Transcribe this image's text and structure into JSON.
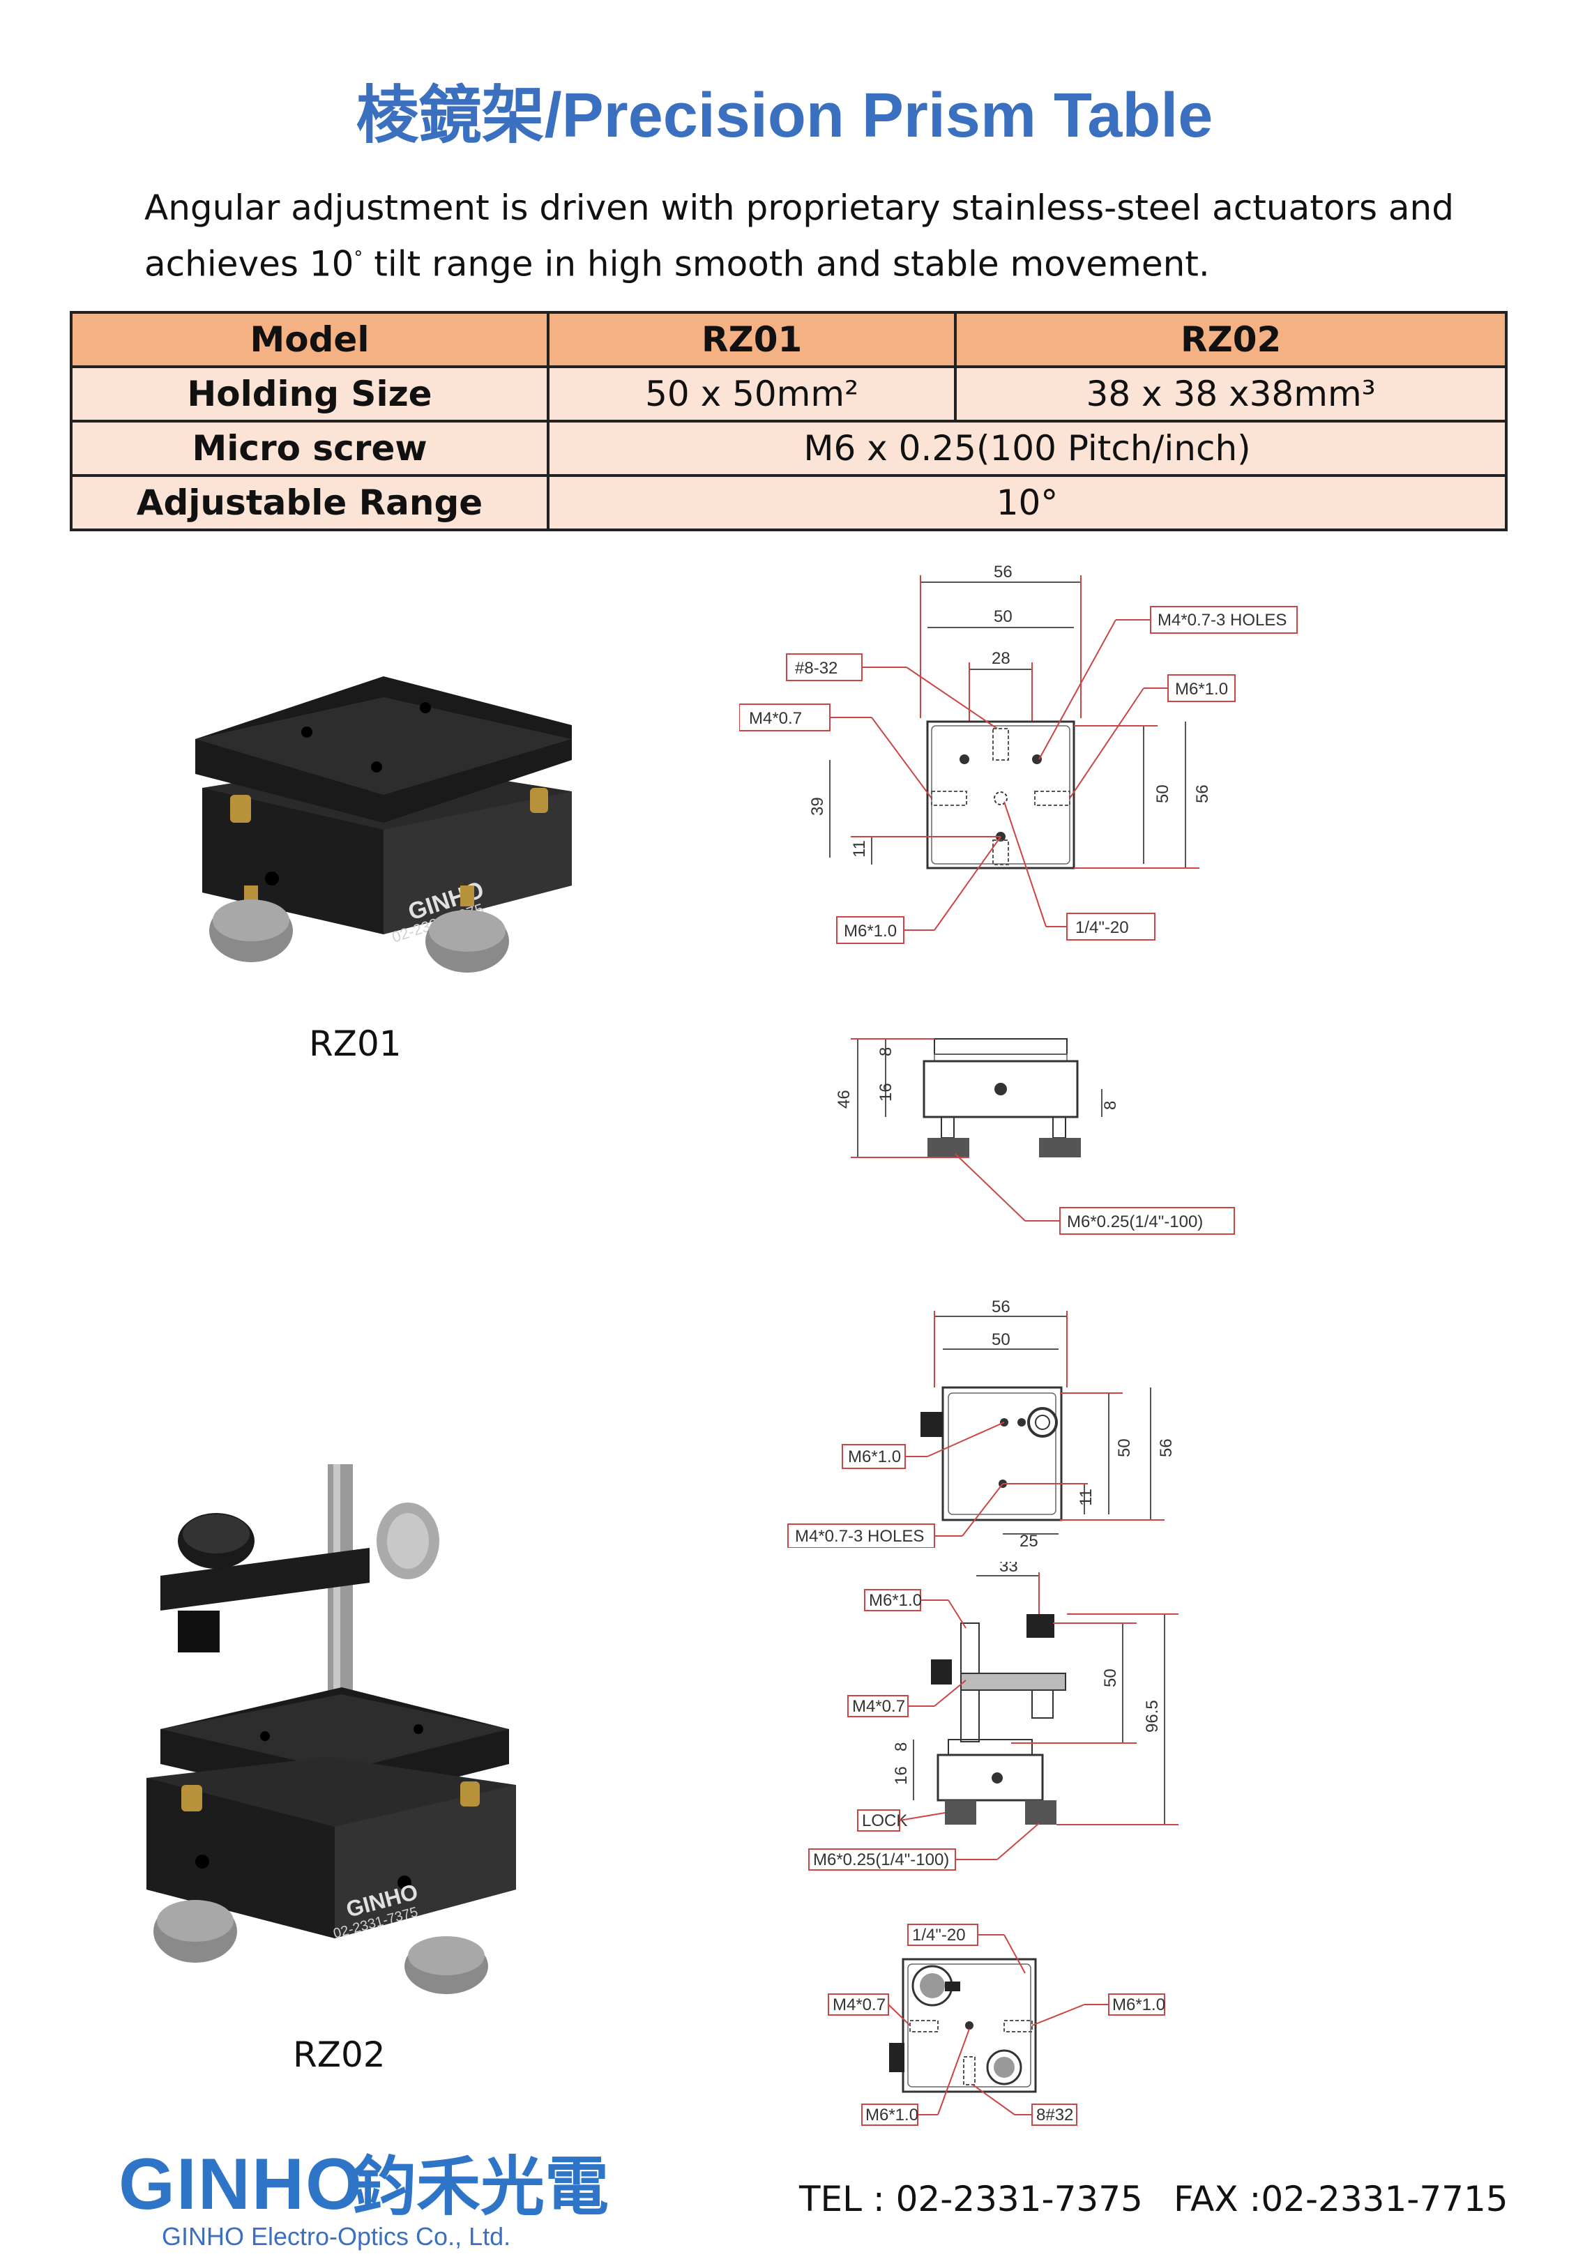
{
  "header": {
    "title": "棱鏡架/Precision Prism Table"
  },
  "intro": {
    "line1": "Angular adjustment is driven with proprietary stainless-steel actuators and",
    "line2_before": "achieves 10",
    "line2_sup": "°",
    "line2_after": " tilt range in high smooth and stable movement."
  },
  "spec_table": {
    "header": [
      "Model",
      "RZ01",
      "RZ02"
    ],
    "rows": [
      {
        "label": "Holding Size",
        "rz01": "50 x 50mm²",
        "rz02": "38 x 38 x38mm³"
      },
      {
        "label": "Micro screw",
        "shared": "M6 x 0.25(100 Pitch/inch)"
      },
      {
        "label": "Adjustable Range",
        "shared": "10°"
      }
    ]
  },
  "products": [
    {
      "caption": "RZ01",
      "engraving": [
        "GINHO",
        "02-2331-7375"
      ]
    },
    {
      "caption": "RZ02",
      "engraving": [
        "GINHO",
        "02-2331-7375"
      ]
    }
  ],
  "drawing_rz01_top": {
    "dims": [
      "56",
      "50",
      "28",
      "39",
      "11",
      "50",
      "56"
    ],
    "callouts": [
      "M4*0.7-3 HOLES",
      "#8-32",
      "M6*1.0",
      "M4*0.7",
      "M6*1.0",
      "1/4\"-20"
    ]
  },
  "drawing_rz01_side": {
    "dims": [
      "8",
      "46",
      "16",
      "8"
    ],
    "callouts": [
      "M6*0.25(1/4\"-100)"
    ]
  },
  "drawing_rz02_top": {
    "dims": [
      "56",
      "50",
      "50",
      "56",
      "11",
      "25"
    ],
    "callouts": [
      "M6*1.0",
      "M4*0.7-3 HOLES"
    ]
  },
  "drawing_rz02_side": {
    "dims": [
      "33",
      "50",
      "8",
      "16",
      "96.5"
    ],
    "callouts": [
      "M6*1.0",
      "M4*0.7",
      "LOCK",
      "M6*0.25(1/4\"-100)"
    ]
  },
  "drawing_rz02_bottom": {
    "callouts": [
      "1/4\"-20",
      "M4*0.7",
      "M6*1.0",
      "M6*1.0",
      "8#32"
    ]
  },
  "footer": {
    "logo_text": "GINHO",
    "logo_cjk": "鈞禾光電",
    "company": "GINHO Electro-Optics Co., Ltd.",
    "tel": "TEL : 02-2331-7375",
    "fax": "FAX :02-2331-7715"
  },
  "colors": {
    "title": "#3b6fc0",
    "table_head": "#f4b184",
    "table_body": "#fbe4d6",
    "callout_box": "#d9534f",
    "logo": "#2e75c8"
  }
}
